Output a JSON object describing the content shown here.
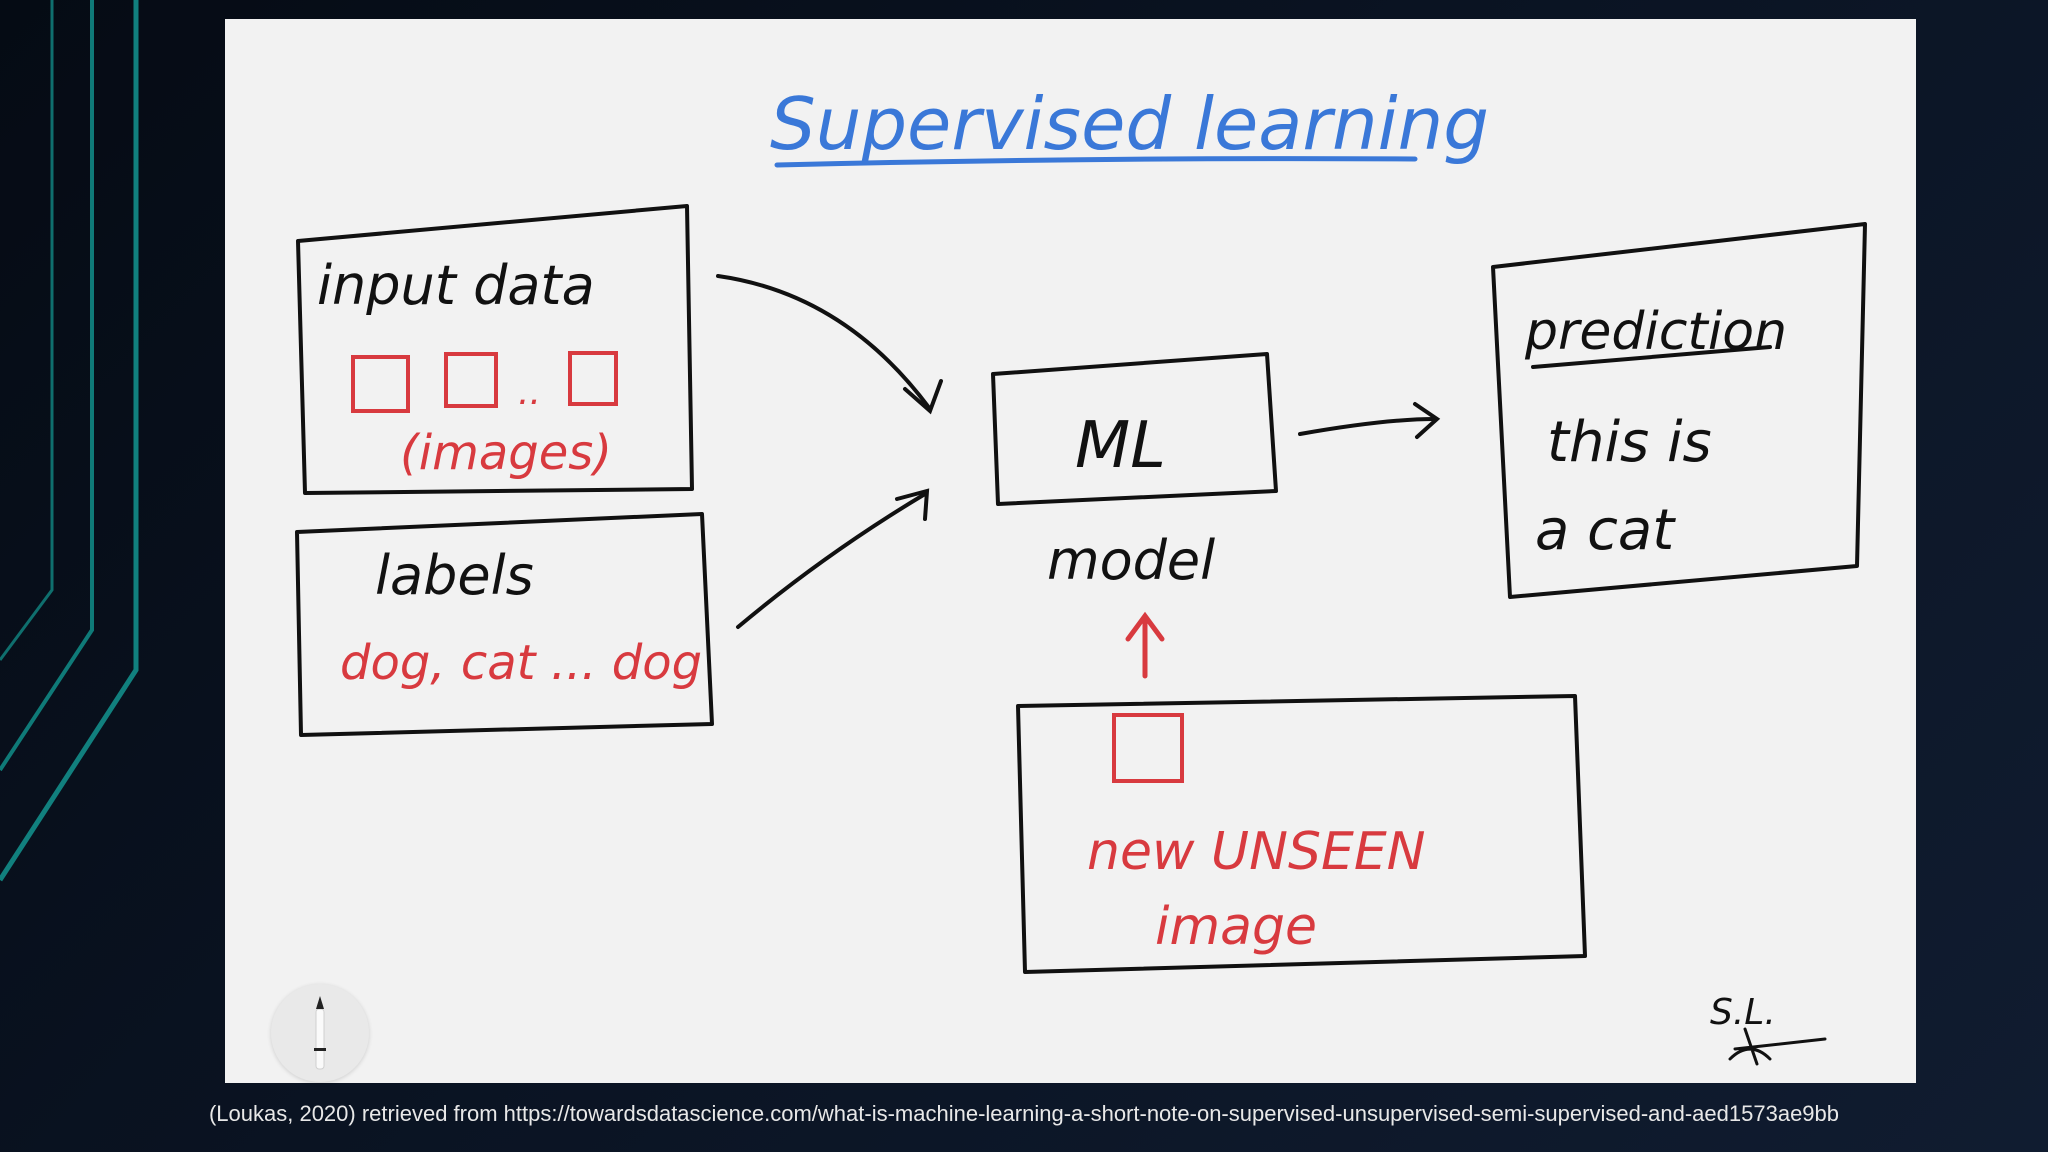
{
  "slide": {
    "title": "Supervised learning",
    "citation": "(Loukas, 2020) retrieved from  https://towardsdatascience.com/what-is-machine-learning-a-short-note-on-supervised-unsupervised-semi-supervised-and-aed1573ae9bb"
  },
  "diagram": {
    "input_box": {
      "heading": "input data",
      "ellipsis": "..",
      "caption": "(images)"
    },
    "labels_box": {
      "heading": "labels",
      "values": "dog, cat ... dog"
    },
    "model_box": {
      "label": "ML",
      "caption": "model"
    },
    "prediction_box": {
      "heading": "prediction",
      "line1": "this is",
      "line2": "a  cat"
    },
    "unseen_box": {
      "line1": "new  UNSEEN",
      "line2": "image"
    },
    "signature": "S.L."
  },
  "colors": {
    "title": "#3a78d8",
    "ink": "#111111",
    "highlight": "#d83a3f",
    "board": "#f2f2f2",
    "accent_lines": "#0f7a78"
  },
  "icons": {
    "tool": "pencil-icon"
  }
}
